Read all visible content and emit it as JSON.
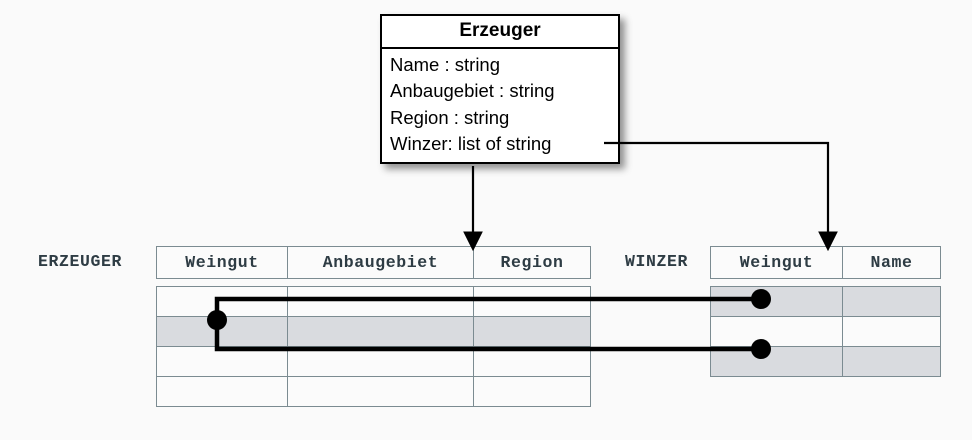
{
  "uml": {
    "title": "Erzeuger",
    "attributes": [
      "Name : string",
      "Anbaugebiet : string",
      "Region : string",
      "Winzer: list of string"
    ]
  },
  "tables": [
    {
      "name": "erzeuger",
      "label": "ERZEUGER",
      "columns": [
        "Weingut",
        "Anbaugebiet",
        "Region"
      ],
      "row_count": 4,
      "highlighted_rows": [
        2
      ]
    },
    {
      "name": "winzer",
      "label": "WINZER",
      "columns": [
        "Weingut",
        "Name"
      ],
      "row_count": 3,
      "highlighted_rows": [
        1,
        3
      ]
    }
  ],
  "connectors": {
    "mapping_arrows": [
      {
        "name": "erzeuger-mapping-arrow",
        "from_attribute": "Region : string",
        "to_table": "ERZEUGER"
      },
      {
        "name": "winzer-mapping-arrow",
        "from_attribute": "Winzer: list of string",
        "to_table": "WINZER"
      }
    ],
    "relationship_links": [
      {
        "name": "erzeuger-winzer-link-1",
        "from_table": "ERZEUGER",
        "from_row": 2,
        "to_table": "WINZER",
        "to_row": 1
      },
      {
        "name": "erzeuger-winzer-link-2",
        "from_table": "ERZEUGER",
        "from_row": 2,
        "to_table": "WINZER",
        "to_row": 3
      }
    ]
  },
  "colors": {
    "background": "#fafafa",
    "line": "#000000",
    "table_border": "#7b8b91",
    "row_highlight": "#d9dbdf",
    "label_text": "#2e3c44"
  }
}
